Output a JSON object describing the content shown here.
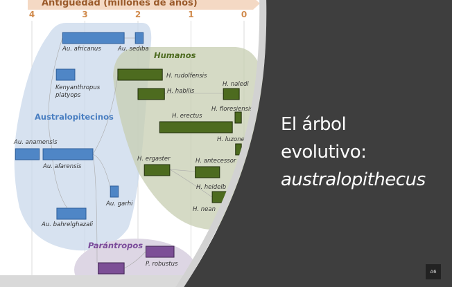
{
  "diagram": {
    "axis_title": "Antigüedad (millones de años)",
    "ticks": [
      "4",
      "3",
      "2",
      "1",
      "0"
    ],
    "groups": {
      "australopitecinos": {
        "label": "Australopitecinos",
        "color": "#4a7fc1"
      },
      "humanos": {
        "label": "Humanos",
        "color": "#4d6b1f"
      },
      "parantropos": {
        "label": "Parántropos",
        "color": "#7a4a9a"
      }
    },
    "species": [
      {
        "name": "Au. africanus",
        "group": "australopitecinos",
        "from_ma": 3.42,
        "to_ma": 2.26
      },
      {
        "name": "Au. sediba",
        "group": "australopitecinos",
        "from_ma": 2.05,
        "to_ma": 1.9
      },
      {
        "name": "Kenyanthropus platyops",
        "group": "australopitecinos",
        "from_ma": 3.54,
        "to_ma": 3.19
      },
      {
        "name": "H. rudolfensis",
        "group": "humanos",
        "from_ma": 2.38,
        "to_ma": 1.54
      },
      {
        "name": "H. habilis",
        "group": "humanos",
        "from_ma": 2.0,
        "to_ma": 1.5
      },
      {
        "name": "H. naledi",
        "group": "humanos",
        "from_ma": 0.39,
        "to_ma": 0.09
      },
      {
        "name": "H. floresiensis",
        "group": "humanos",
        "from_ma": 0.17,
        "to_ma": 0.05
      },
      {
        "name": "H. erectus",
        "group": "humanos",
        "from_ma": 1.59,
        "to_ma": 0.22
      },
      {
        "name": "H. luzone",
        "group": "humanos",
        "from_ma": 0.16,
        "to_ma": 0.05
      },
      {
        "name": "Au. anamensis",
        "group": "australopitecinos",
        "from_ma": 4.31,
        "to_ma": 3.86
      },
      {
        "name": "Au. afarensis",
        "group": "australopitecinos",
        "from_ma": 3.79,
        "to_ma": 2.85
      },
      {
        "name": "H. ergaster",
        "group": "humanos",
        "from_ma": 1.88,
        "to_ma": 1.4
      },
      {
        "name": "H. antecessor",
        "group": "humanos",
        "from_ma": 0.92,
        "to_ma": 0.46
      },
      {
        "name": "Au. garhi",
        "group": "australopitecinos",
        "from_ma": 2.52,
        "to_ma": 2.37
      },
      {
        "name": "H. heidelb",
        "group": "humanos",
        "from_ma": 0.6,
        "to_ma": 0.3
      },
      {
        "name": "H. nean",
        "group": "humanos",
        "from_ma": null,
        "to_ma": null
      },
      {
        "name": "Au. bahrelghazali",
        "group": "australopitecinos",
        "from_ma": 3.53,
        "to_ma": 2.98
      },
      {
        "name": "P. robustus",
        "group": "parantropos",
        "from_ma": 1.85,
        "to_ma": 1.32
      },
      {
        "name": "",
        "group": "parantropos",
        "from_ma": 2.75,
        "to_ma": 2.26
      }
    ]
  },
  "title": {
    "line1": "El árbol",
    "line2": "evolutivo:",
    "line3": "australopithecus"
  },
  "badge": "A6"
}
